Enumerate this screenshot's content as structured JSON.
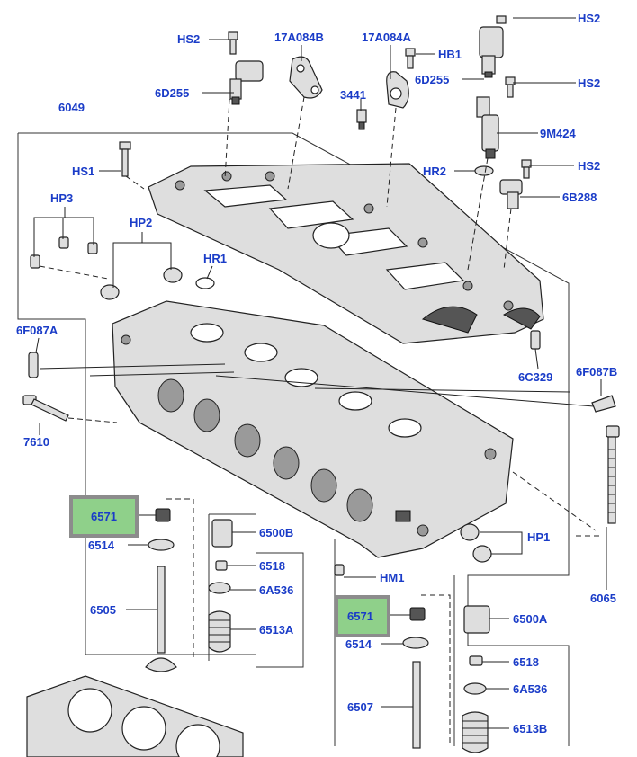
{
  "labels": {
    "hs2_top_left": "HS2",
    "l17a084b": "17A084B",
    "l17a084a": "17A084A",
    "hs2_top_right": "HS2",
    "hb1": "HB1",
    "l6d255_left": "6D255",
    "l6d255_right": "6D255",
    "hs2_right_mid": "HS2",
    "l3441": "3441",
    "l6049": "6049",
    "l9m424": "9M424",
    "hs1": "HS1",
    "hr2": "HR2",
    "hs2_right_low": "HS2",
    "l6b288": "6B288",
    "hp3": "HP3",
    "hp2": "HP2",
    "hr1": "HR1",
    "l6f087a": "6F087A",
    "l6c329": "6C329",
    "l6f087b": "6F087B",
    "l7610": "7610",
    "l6571_left": "6571",
    "l6514_left": "6514",
    "l6500b": "6500B",
    "l6518_left": "6518",
    "l6a536_left": "6A536",
    "l6505": "6505",
    "l6513a": "6513A",
    "hp1": "HP1",
    "hm1": "HM1",
    "l6065": "6065",
    "l6571_right": "6571",
    "l6500a": "6500A",
    "l6514_right": "6514",
    "l6518_right": "6518",
    "l6a536_right": "6A536",
    "l6507": "6507",
    "l6513b": "6513B"
  },
  "colors": {
    "label": "#1a3cc8",
    "highlight_fill": "#8fd08a",
    "highlight_border": "#8c8c8c",
    "line": "#222222"
  }
}
